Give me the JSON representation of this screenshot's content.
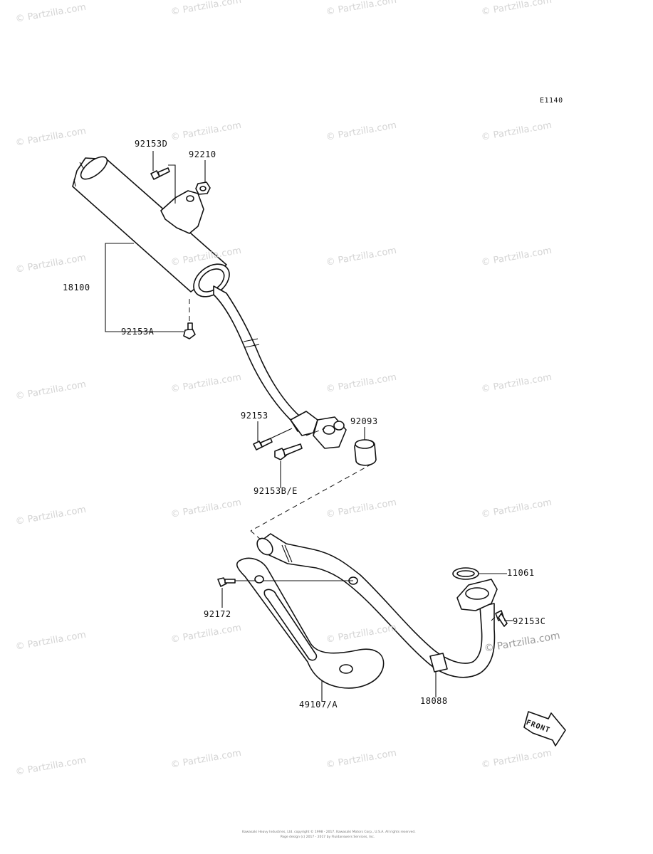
{
  "diagram_code": "E1140",
  "parts": [
    {
      "id": "p92153D",
      "label": "92153D"
    },
    {
      "id": "p92210",
      "label": "92210"
    },
    {
      "id": "p18100",
      "label": "18100"
    },
    {
      "id": "p92153A",
      "label": "92153A"
    },
    {
      "id": "p92153",
      "label": "92153"
    },
    {
      "id": "p92093",
      "label": "92093"
    },
    {
      "id": "p92153BE",
      "label": "92153B/E"
    },
    {
      "id": "p11061",
      "label": "11061"
    },
    {
      "id": "p92153C",
      "label": "92153C"
    },
    {
      "id": "p92172",
      "label": "92172"
    },
    {
      "id": "p49107A",
      "label": "49107/A"
    },
    {
      "id": "p18088",
      "label": "18088"
    }
  ],
  "front_arrow_text": "FRONT",
  "watermark_text": "© Partzilla.com",
  "copyright_lines": [
    "Kawasaki Heavy Industries, Ltd. copyright © 1998 - 2017. Kawasaki Motors Corp., U.S.A. All rights reserved.",
    "Page design (c) 2017 - 2017 by Fluidanswers Services, Inc."
  ]
}
